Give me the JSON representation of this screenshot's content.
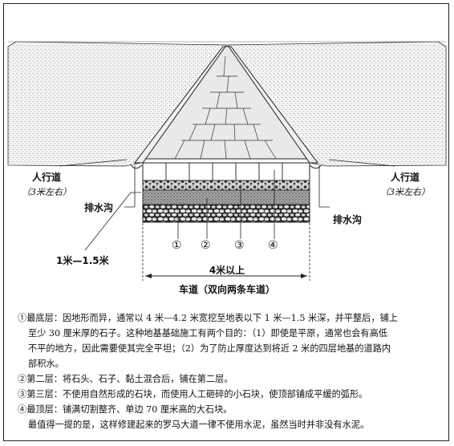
{
  "labels": {
    "sidewalk_left": "人行道",
    "sidewalk_left_width": "（3米左右）",
    "sidewalk_right": "人行道",
    "sidewalk_right_width": "（3米左右）",
    "ditch_left": "排水沟",
    "ditch_right": "排水沟",
    "depth": "1米—1.5米",
    "road_width": "4米以上",
    "roadway": "车道（双向两条车道）",
    "layer_markers": [
      "①",
      "②",
      "③",
      "④"
    ]
  },
  "notes": {
    "layer1_line1": "①最底层：因地形而异，通常以 4 米—4.2 米宽挖至地表以下 1 米—1.5 米深，并平整后，铺上",
    "layer1_line2": "至少 30 厘米厚的石子。这种地基基础施工有两个目的：（1）即使是平原，通常也会有高低",
    "layer1_line3": "不平的地方，因此需要使其完全平坦；（2）为了防止厚度达到将近 2 米的四层地基的道路内",
    "layer1_line4": "部积水。",
    "layer2": "②第二层：将石头、石子、黏土混合后，铺在第二层。",
    "layer3": "③第三层：不使用自然形成的石块，而使用人工砸碎的小石块，使顶部铺成平缓的弧形。",
    "layer4": "④最顶层：铺满切割整齐、单边 70 厘米高的大石块。",
    "final": "最值得一提的是，这样修建起来的罗马大道一律不使用水泥，虽然当时并非没有水泥。"
  }
}
